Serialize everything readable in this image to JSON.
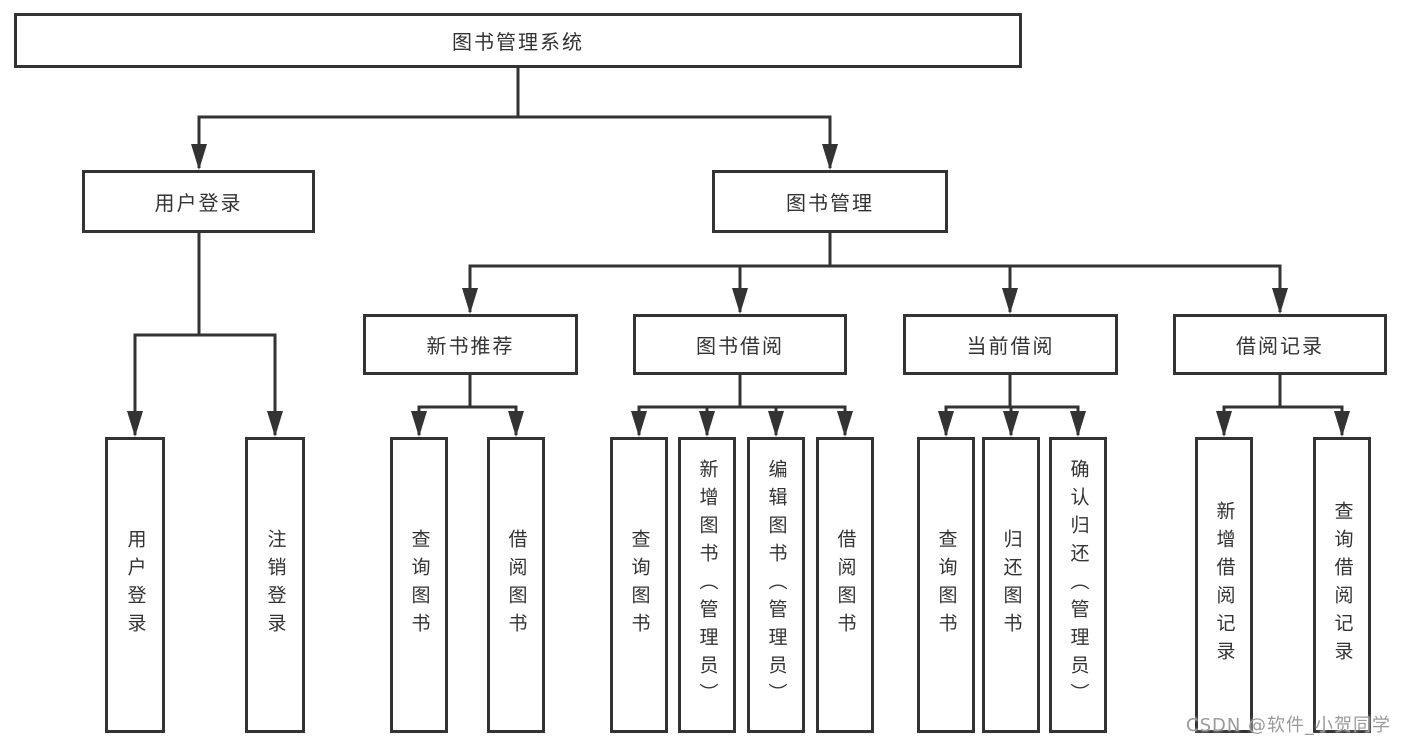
{
  "tree": {
    "root": {
      "label": "图书管理系统",
      "children": [
        {
          "label": "用户登录",
          "children": [
            {
              "label": "用户登录"
            },
            {
              "label": "注销登录"
            }
          ]
        },
        {
          "label": "图书管理",
          "children": [
            {
              "label": "新书推荐",
              "children": [
                {
                  "label": "查询图书"
                },
                {
                  "label": "借阅图书"
                }
              ]
            },
            {
              "label": "图书借阅",
              "children": [
                {
                  "label": "查询图书"
                },
                {
                  "label": "新增图书（管理员）"
                },
                {
                  "label": "编辑图书（管理员）"
                },
                {
                  "label": "借阅图书"
                }
              ]
            },
            {
              "label": "当前借阅",
              "children": [
                {
                  "label": "查询图书"
                },
                {
                  "label": "归还图书"
                },
                {
                  "label": "确认归还（管理员）"
                }
              ]
            },
            {
              "label": "借阅记录",
              "children": [
                {
                  "label": "新增借阅记录"
                },
                {
                  "label": "查询借阅记录"
                }
              ]
            }
          ]
        }
      ]
    }
  },
  "watermark": {
    "text": "CSDN @软件_小贺同学"
  },
  "colors": {
    "line": "#333333",
    "text": "#333333",
    "background": "#ffffff",
    "watermark": "#9b9b9b"
  }
}
